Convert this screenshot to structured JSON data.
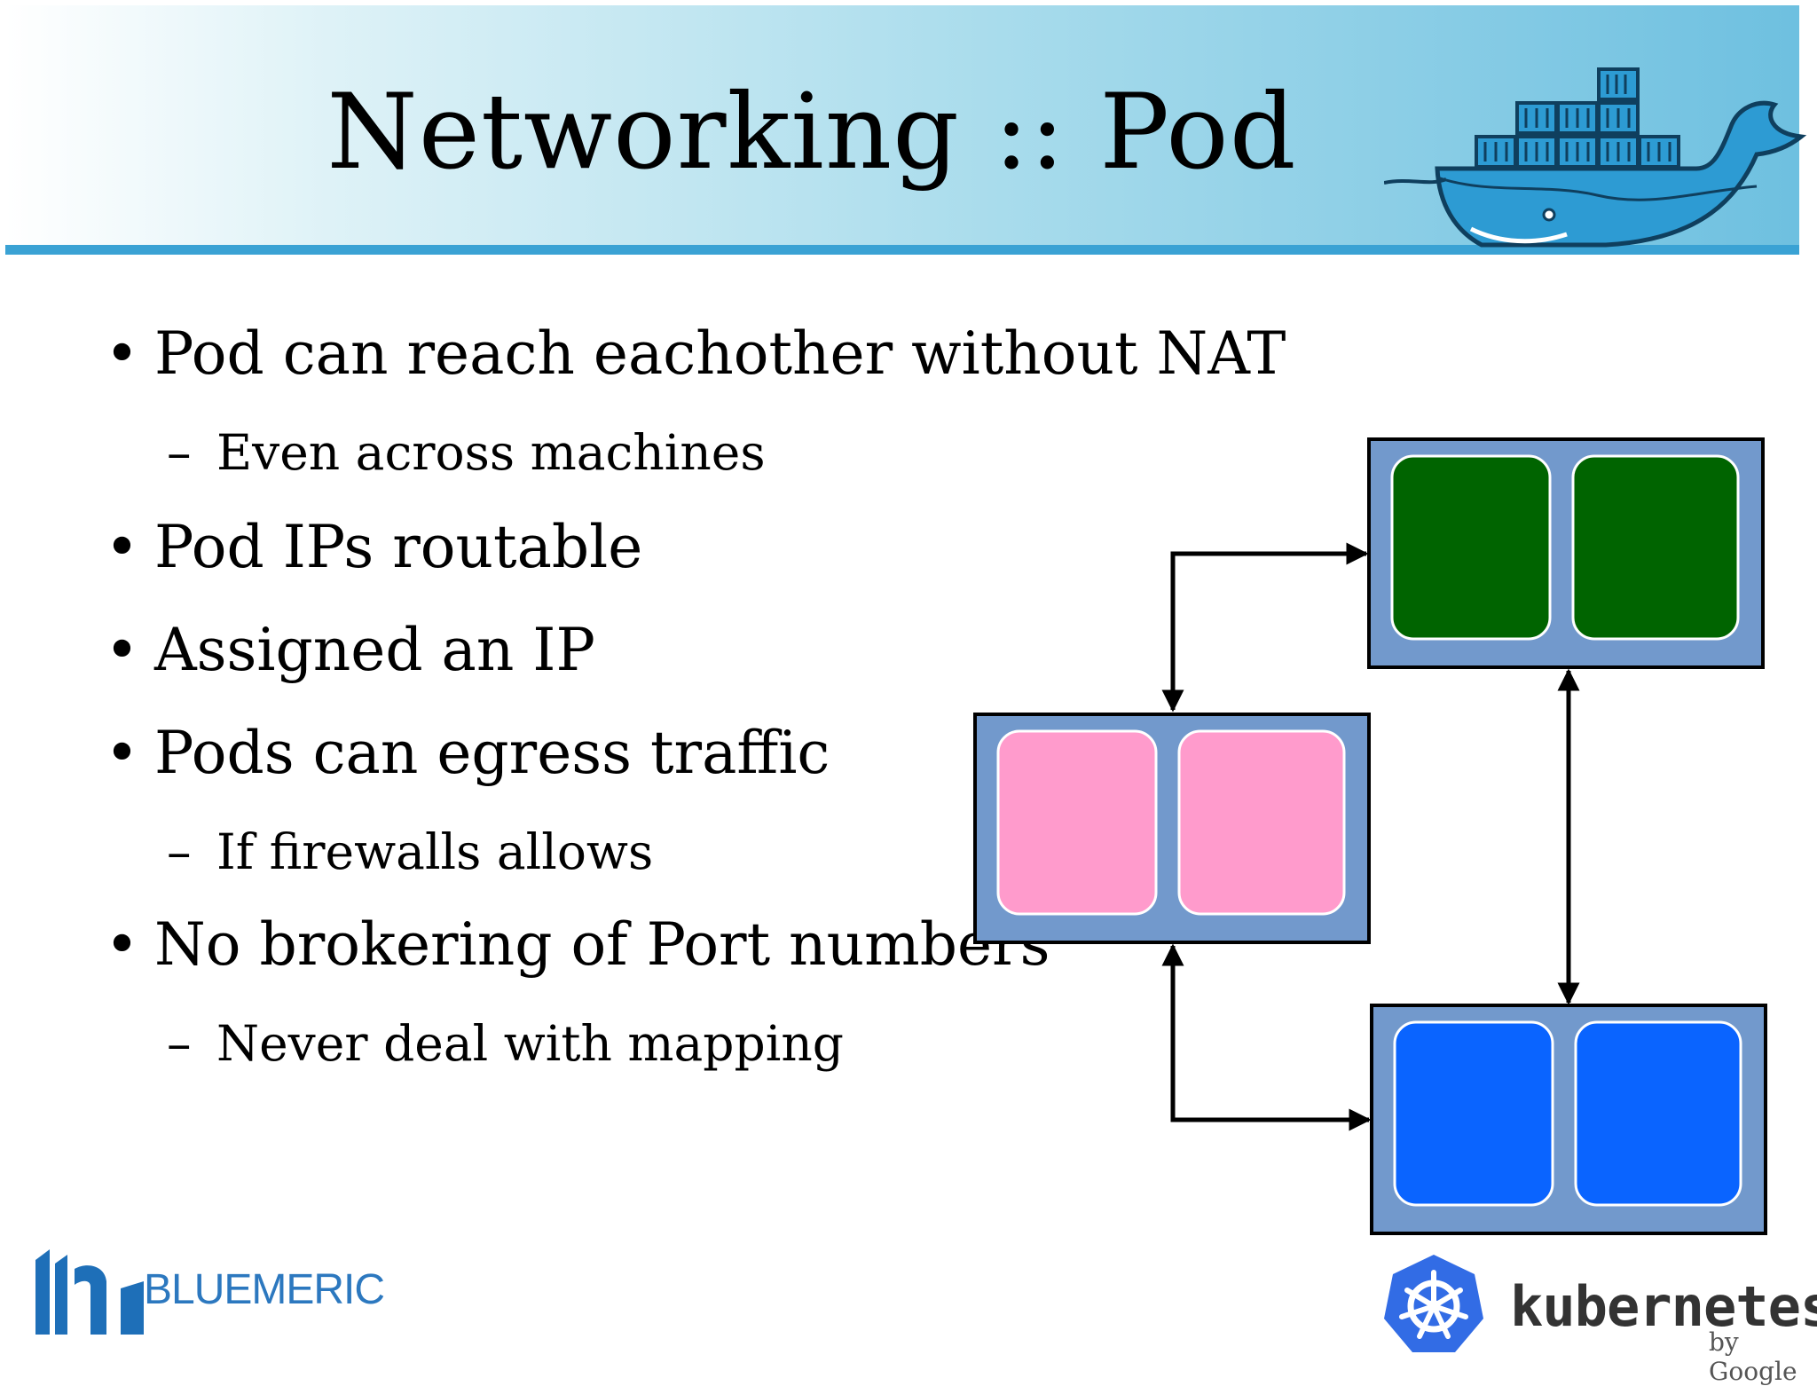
{
  "slide": {
    "title": "Networking :: Pod",
    "bullets": [
      {
        "text": "Pod can reach eachother without NAT",
        "sub": [
          "Even across machines"
        ]
      },
      {
        "text": "Pod IPs routable",
        "sub": []
      },
      {
        "text": "Assigned an IP",
        "sub": []
      },
      {
        "text": "Pods can egress traffic",
        "sub": [
          "If firewalls allows"
        ]
      },
      {
        "text": "No brokering of Port numbers",
        "sub": [
          "Never deal with mapping"
        ]
      }
    ],
    "bullet_glyph": "•",
    "sub_glyph": "–"
  },
  "diagram": {
    "colors": {
      "node": "#7299cc",
      "green_pod": "#006400",
      "pink_pod": "#ff9bcc",
      "blue_pod": "#0a64ff"
    }
  },
  "logos": {
    "bluemeric": "BLUEMERIC",
    "kubernetes": "kubernetes",
    "kubernetes_by": "by Google"
  },
  "colors": {
    "header_rule": "#3aa2d4",
    "docker_blue": "#2d9bd3"
  }
}
